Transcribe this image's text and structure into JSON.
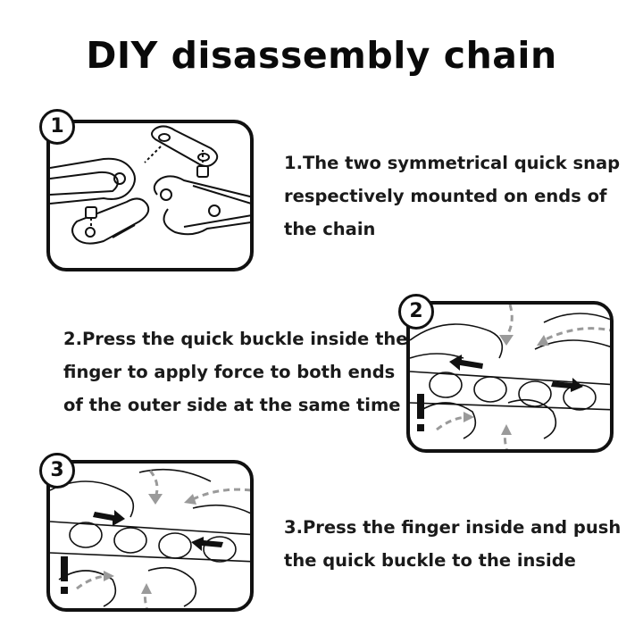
{
  "title": "DIY disassembly chain",
  "steps": [
    {
      "number": "1",
      "lines": [
        "1.The two symmetrical quick snap",
        "respectively mounted on ends of",
        "the chain"
      ]
    },
    {
      "number": "2",
      "lines": [
        "2.Press the quick buckle inside the",
        "finger to apply force to both ends",
        "of the outer side at the same time"
      ]
    },
    {
      "number": "3",
      "lines": [
        "3.Press the finger inside and push",
        "the quick buckle to the inside"
      ]
    }
  ],
  "colors": {
    "ink": "#111111",
    "arrow_gray": "#9a9a9a"
  }
}
